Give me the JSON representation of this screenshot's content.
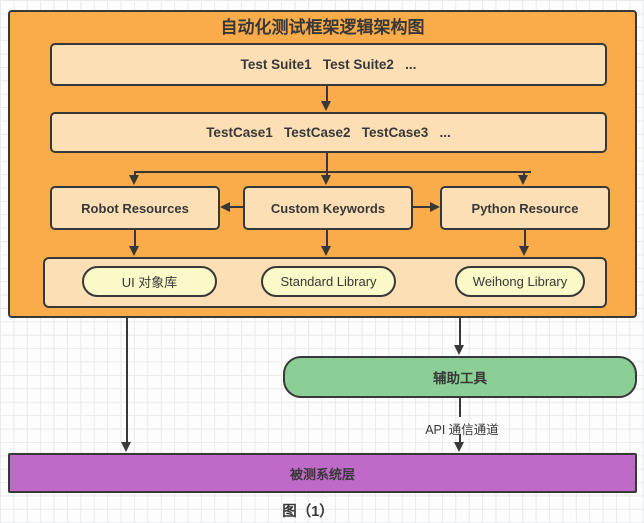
{
  "title": "自动化测试框架逻辑架构图",
  "nodes": {
    "suite_row": {
      "label": "Test Suite1   Test Suite2   ..."
    },
    "case_row": {
      "label": "TestCase1   TestCase2   TestCase3   ..."
    },
    "middle_row": [
      {
        "label": "Robot Resources"
      },
      {
        "label": "Custom Keywords"
      },
      {
        "label": "Python Resource"
      }
    ],
    "library_row": [
      {
        "label": "UI 对象库"
      },
      {
        "label": "Standard Library"
      },
      {
        "label": "Weihong Library"
      }
    ],
    "helper_tool": {
      "label": "辅助工具"
    },
    "sut_layer": {
      "label": "被测系统层"
    }
  },
  "labels": {
    "api_channel": "API 通信通道",
    "caption": "图（1）"
  },
  "colors": {
    "container_fill": "#FAAC4B",
    "node_fill": "#FCDFB5",
    "library_fill": "#FAF9C8",
    "helper_fill": "#8CCF96",
    "sut_fill": "#BF69C8",
    "line_color": "#383838",
    "grid_line": "#E8EAEB",
    "page_bg": "#FDFDFD"
  }
}
